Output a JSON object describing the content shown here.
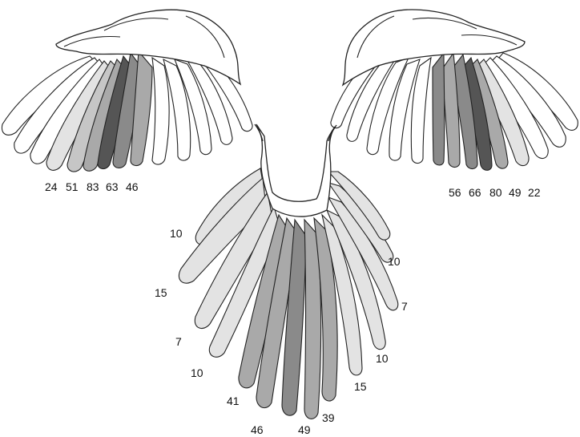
{
  "colors": {
    "background": "#ffffff",
    "outline": "#222222",
    "feather_white": "#ffffff",
    "shade_lightest": "#e3e3e3",
    "shade_light": "#c6c6c6",
    "shade_mid": "#a9a9a9",
    "shade_dark": "#8a8a8a",
    "shade_darkest": "#555555"
  },
  "left_wing": {
    "labels": [
      "24",
      "51",
      "83",
      "63",
      "46"
    ]
  },
  "right_wing": {
    "labels": [
      "56",
      "66",
      "80",
      "49",
      "22"
    ]
  },
  "tail": {
    "left_labels": [
      "10",
      "15",
      "7",
      "10",
      "41",
      "46"
    ],
    "right_labels": [
      "10",
      "7",
      "10",
      "15",
      "39",
      "49"
    ]
  }
}
